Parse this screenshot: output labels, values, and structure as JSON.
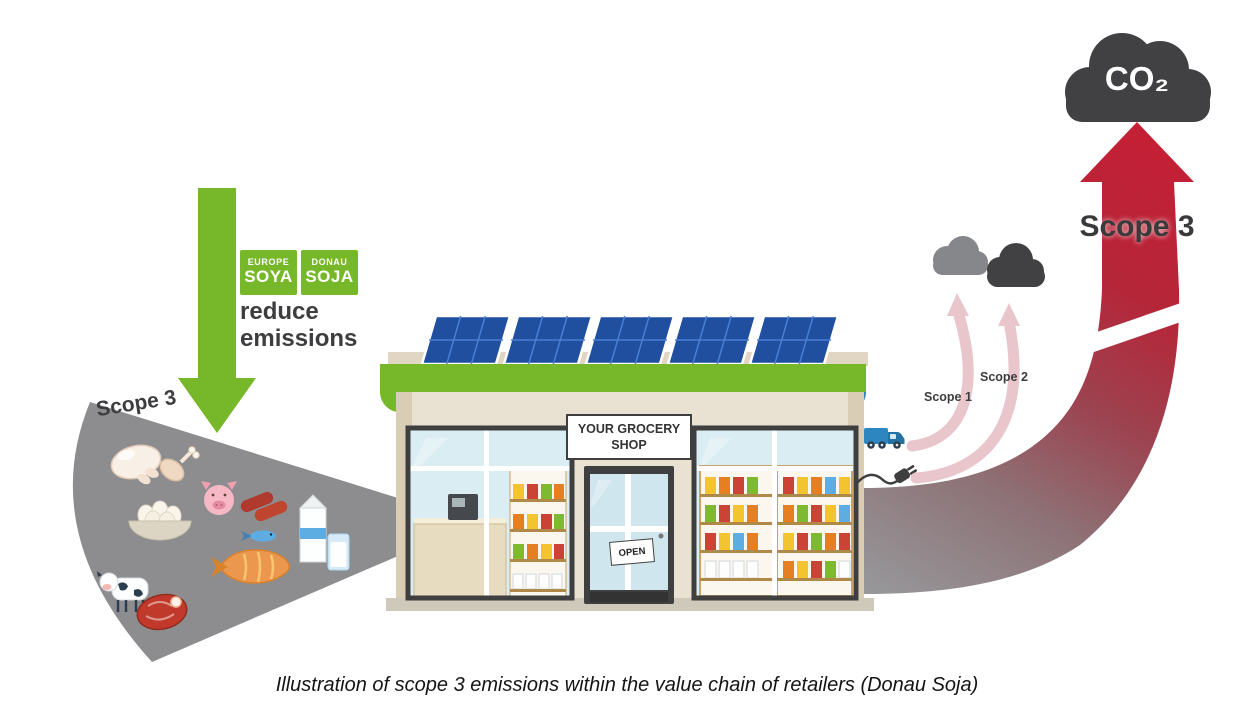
{
  "caption": "Illustration of scope 3 emissions within the value chain of retailers (Donau Soja)",
  "funnel": {
    "label": "Scope 3",
    "items": [
      "raw chicken",
      "drumstick",
      "pig",
      "sausages",
      "eggs",
      "blue fish",
      "salmon",
      "cow",
      "red meat",
      "milk carton",
      "glass of milk"
    ]
  },
  "reduce": {
    "line1": "reduce",
    "line2": "emissions",
    "logos": [
      {
        "top": "EUROPE",
        "bottom": "SOYA"
      },
      {
        "top": "DONAU",
        "bottom": "SOJA"
      }
    ]
  },
  "shop": {
    "sign": "YOUR GROCERY SHOP",
    "open": "OPEN"
  },
  "emissions": {
    "scope1": "Scope 1",
    "scope2": "Scope 2",
    "scope3": "Scope 3",
    "co2": "CO₂"
  },
  "colors": {
    "soja_green": "#76b82a",
    "awning_blue": "#2e86c1",
    "solar_blue": "#1f4f9e",
    "facade_beige": "#e9e1d1",
    "funnel_gray": "#8d8d8f",
    "scope12_pink": "#e9c6cb",
    "scope3_red": "#c51f35",
    "cloud_dark": "#414042",
    "cloud_light": "#85878a",
    "text_dark": "#3d3d3f"
  },
  "icons": {
    "co2-cloud-icon": "dark cloud shape",
    "scope1-cloud-icon": "light gray cloud",
    "scope2-cloud-icon": "dark gray cloud",
    "delivery-truck-icon": "blue delivery truck",
    "power-plug-icon": "black power plug with cord",
    "solar-panel-icon": "blue rooftop solar panels",
    "down-arrow-icon": "green downward arrow",
    "chicken-icon": "raw chicken",
    "drumstick-icon": "drumstick",
    "pig-icon": "pig head",
    "sausage-icon": "sausages",
    "eggs-icon": "bowl of eggs",
    "fish-icon": "small blue fish",
    "salmon-icon": "salmon fillet",
    "cow-icon": "cow",
    "meat-icon": "red meat joint",
    "milk-carton-icon": "milk carton",
    "milk-glass-icon": "glass of milk"
  }
}
